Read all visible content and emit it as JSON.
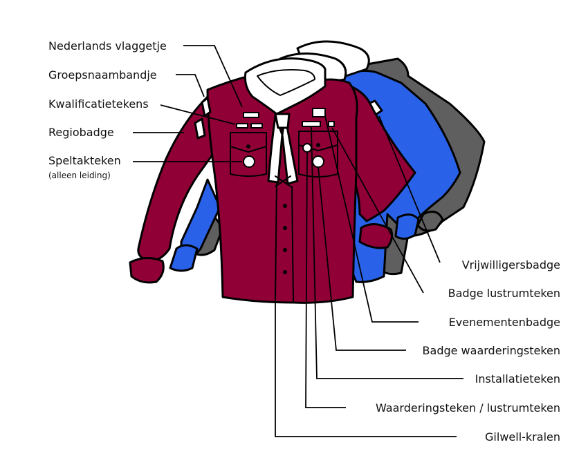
{
  "colors": {
    "front_shirt": "#900037",
    "middle_shirt": "#2962e8",
    "back_shirt": "#5f5f5f",
    "scarf": "#ffffff",
    "outline": "#000000"
  },
  "labels_left": {
    "nederlands_vlaggetje": "Nederlands vlaggetje",
    "groepsnaambandje": "Groepsnaambandje",
    "kwalificatietekens": "Kwalificatietekens",
    "regiobadge": "Regiobadge",
    "speltakteken": "Speltakteken",
    "speltakteken_note": "(alleen leiding)"
  },
  "labels_right": {
    "vrijwilligersbadge": "Vrijwilligersbadge",
    "badge_lustrumteken": "Badge lustrumteken",
    "evenementenbadge": "Evenementenbadge",
    "badge_waarderingsteken": "Badge waarderingsteken",
    "installatieteken": "Installatieteken",
    "waarderingsteken_lustrumteken": "Waarderingsteken / lustrumteken",
    "gilwell_kralen": "Gilwell-kralen"
  }
}
